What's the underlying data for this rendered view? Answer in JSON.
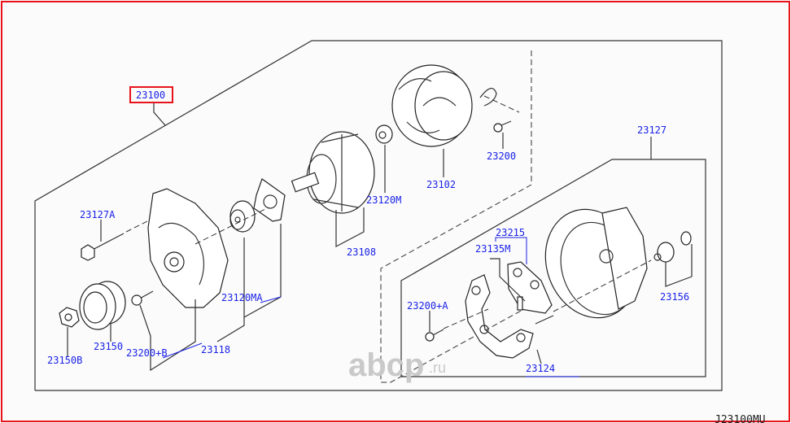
{
  "diagram": {
    "main_assembly": "23100",
    "drawing_code": "J23100MU",
    "watermark": {
      "main": "abcp",
      "suffix": ".ru"
    },
    "labels": {
      "bolt": "23127A",
      "nut": "23150B",
      "pulley": "23150",
      "screw_b": "23200+B",
      "front_housing": "23118",
      "bearing_front": "23120MA",
      "rotor": "23108",
      "bearing_rear": "23120M",
      "stator": "23102",
      "screw": "23200",
      "rear_housing": "23127",
      "regulator": "23215",
      "brush": "23135M",
      "screw_a": "23200+A",
      "terminal": "23156",
      "rectifier": "23124"
    }
  }
}
